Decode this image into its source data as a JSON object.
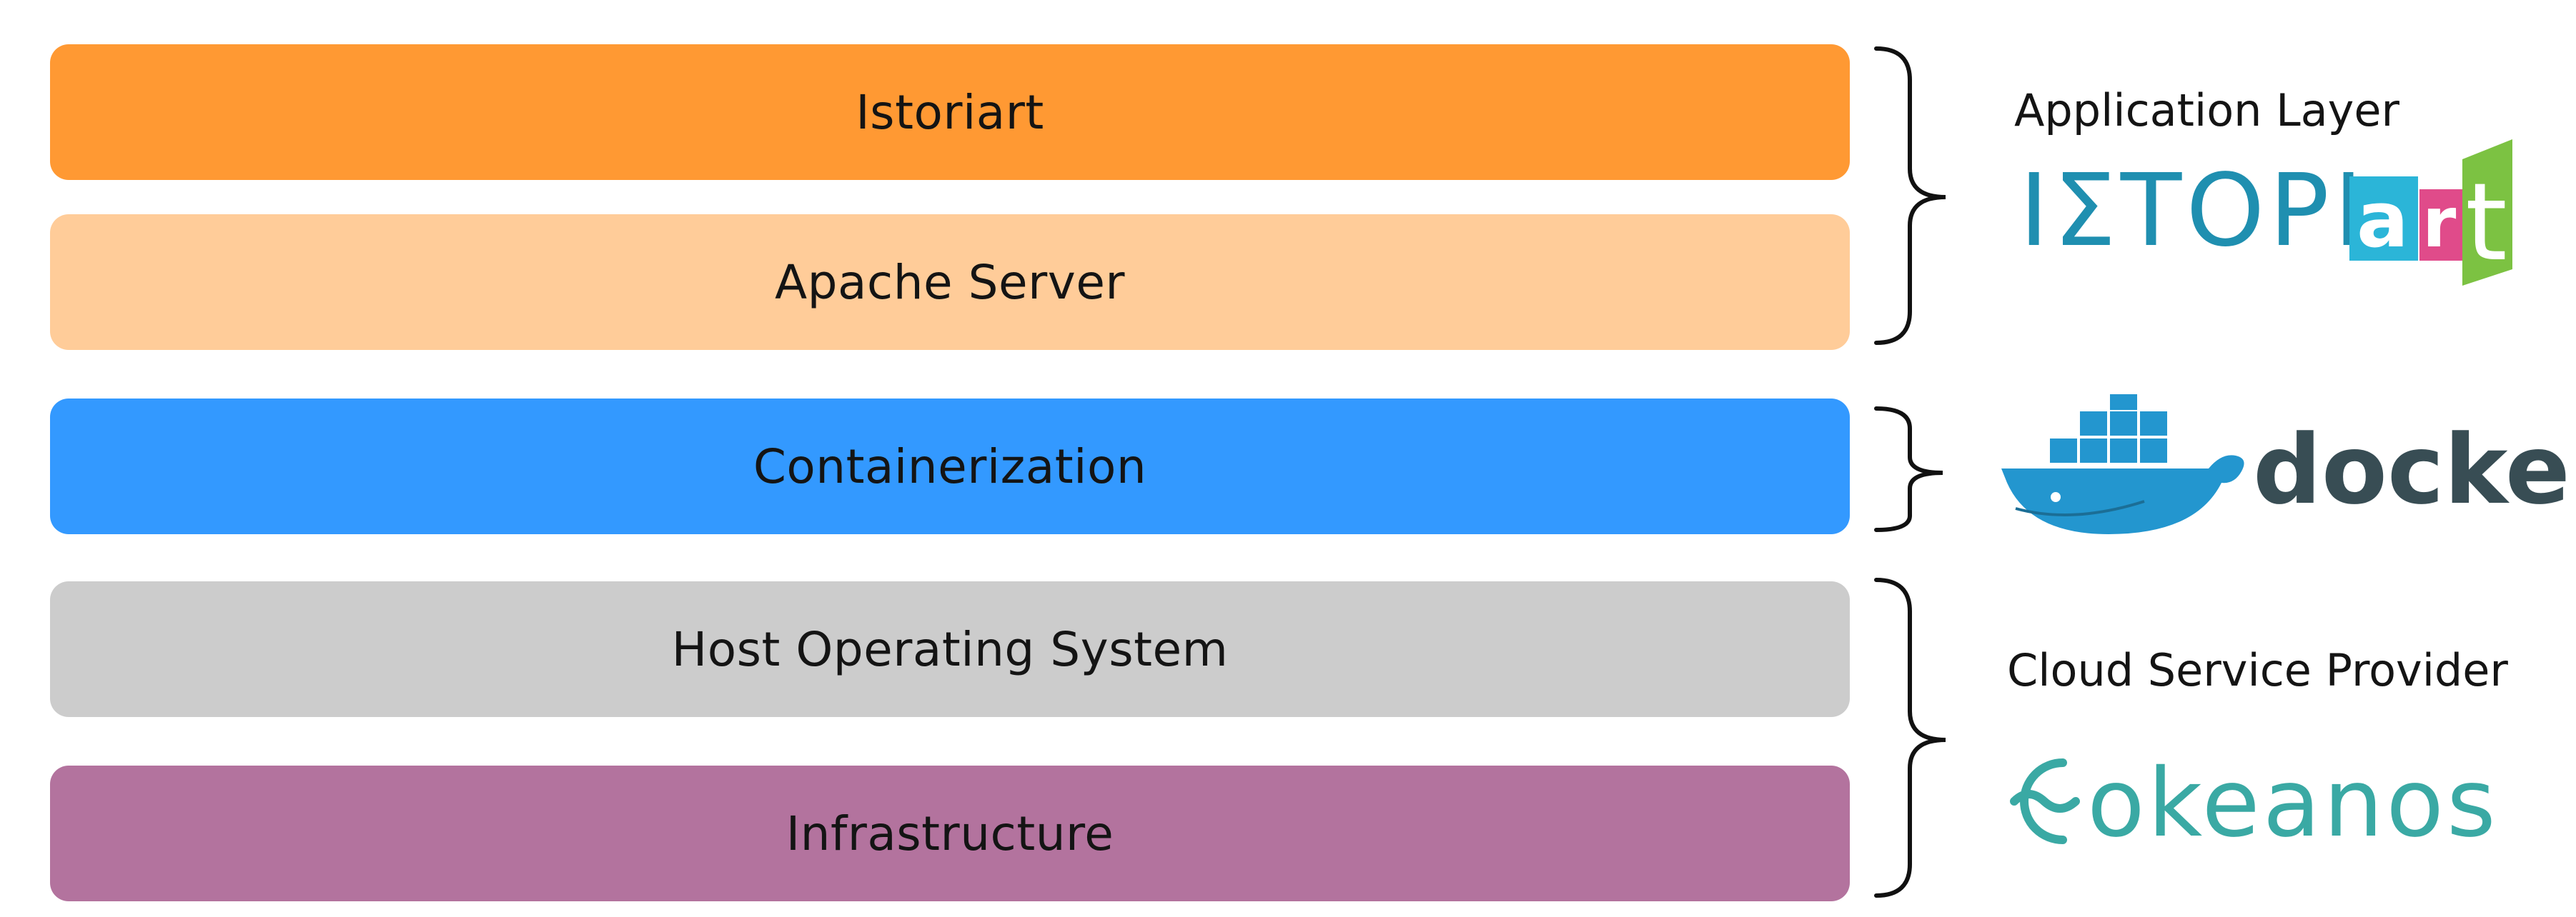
{
  "layers": [
    {
      "label": "Istoriart",
      "color": "#ff9933"
    },
    {
      "label": "Apache Server",
      "color": "#ffcc99"
    },
    {
      "label": "Containerization",
      "color": "#3399ff"
    },
    {
      "label": "Host Operating System",
      "color": "#cccccc"
    },
    {
      "label": "Infrastructure",
      "color": "#b3739e"
    }
  ],
  "groups": {
    "application": {
      "title": "Application Layer",
      "logo": {
        "icon": "istoriart-logo",
        "text_main": "ΙΣΤΟΡΙ",
        "text_a": "a",
        "text_r": "r",
        "text_t": "t"
      }
    },
    "containerization": {
      "title": "",
      "logo": {
        "icon": "docker-whale-icon",
        "text": "docker"
      }
    },
    "cloud": {
      "title": "Cloud Service Provider",
      "logo": {
        "icon": "okeanos-logo",
        "text": "okeanos"
      }
    }
  },
  "colors": {
    "istoriart_teal": "#1f8fb0",
    "istoriart_a": "#2bb5d8",
    "istoriart_r": "#e04b8a",
    "istoriart_t": "#7cc242",
    "docker_blue": "#2396cf",
    "docker_text": "#384d54",
    "okeanos_teal": "#3aa9a4"
  }
}
